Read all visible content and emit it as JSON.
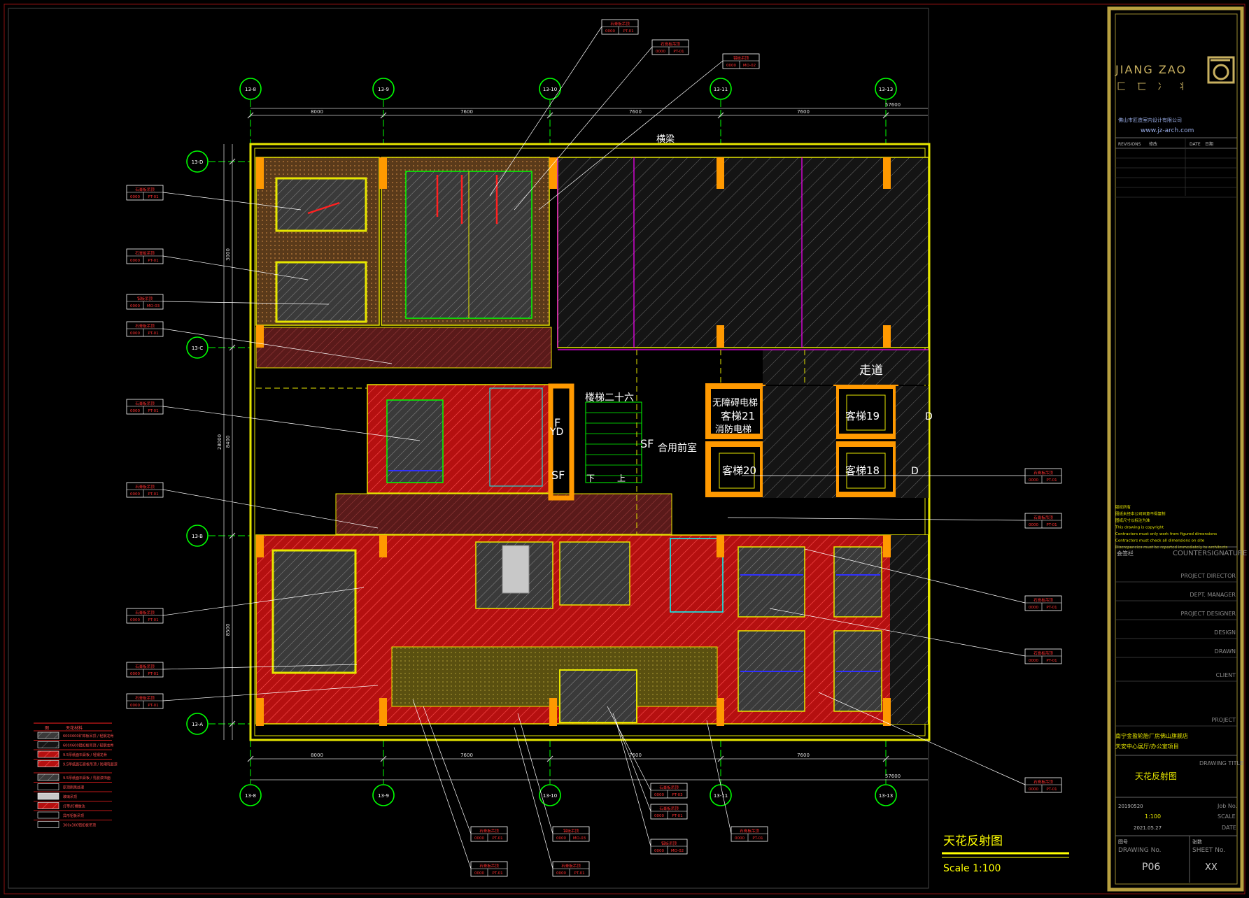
{
  "drawing": {
    "title_cn": "天花反射图",
    "scale": "Scale 1:100",
    "corridor_label": "走道",
    "top_label": "横梁",
    "stair_label": "楼梯二十六",
    "stair_dn": "下",
    "stair_up": "上",
    "lobby_label": "合用前室",
    "fire_lift_1": "无障碍电梯",
    "fire_lift_2": "客梯21",
    "fire_lift_3": "消防电梯",
    "lift_19": "客梯19",
    "lift_20": "客梯20",
    "lift_18": "客梯18",
    "sf_1": "SF",
    "sf_2": "SF",
    "f_label": "F",
    "yd_label": "YD",
    "d_label_1": "D",
    "d_label_2": "D"
  },
  "grid": {
    "top_bubbles": [
      "13-8",
      "13-9",
      "13-10",
      "13-11",
      "13-13"
    ],
    "bottom_bubbles": [
      "13-8",
      "13-9",
      "13-10",
      "13-11",
      "13-13"
    ],
    "left_bubbles": [
      "13-D",
      "13-C",
      "13-B",
      "13-A"
    ],
    "top_dims": [
      "8000",
      "7600",
      "7600",
      "7600"
    ],
    "top_total": "57600",
    "bottom_dims": [
      "8000",
      "7600",
      "7600",
      "7600"
    ],
    "bottom_total": "57600",
    "left_dims": [
      "3000",
      "8400",
      "8500"
    ],
    "left_total": "28000"
  },
  "tags": [
    {
      "title": "石膏板吊顶",
      "code": "0000",
      "ref": "PT-01"
    },
    {
      "title": "石膏板吊顶",
      "code": "0000",
      "ref": "PT-01"
    },
    {
      "title": "铝板吊顶",
      "code": "0000",
      "ref": "MO-02"
    },
    {
      "title": "石膏板吊顶",
      "code": "0000",
      "ref": "PT-01"
    },
    {
      "title": "石膏板吊顶",
      "code": "0000",
      "ref": "PT-01"
    },
    {
      "title": "铝板吊顶",
      "code": "0000",
      "ref": "MO-03"
    },
    {
      "title": "石膏板吊顶",
      "code": "0000",
      "ref": "PT-01"
    },
    {
      "title": "石膏板吊顶",
      "code": "0000",
      "ref": "PT-01"
    },
    {
      "title": "石膏板吊顶",
      "code": "0000",
      "ref": "PT-01"
    },
    {
      "title": "石膏板吊顶",
      "code": "0000",
      "ref": "PT-01"
    },
    {
      "title": "石膏板吊顶",
      "code": "0000",
      "ref": "PT-01"
    },
    {
      "title": "石膏板吊顶",
      "code": "0000",
      "ref": "PT-01"
    },
    {
      "title": "石膏板吊顶",
      "code": "0000",
      "ref": "PT-01"
    },
    {
      "title": "石膏板吊顶",
      "code": "0000",
      "ref": "PT-01"
    },
    {
      "title": "石膏板吊顶",
      "code": "0000",
      "ref": "PT-01"
    },
    {
      "title": "石膏板吊顶",
      "code": "0000",
      "ref": "PT-01"
    },
    {
      "title": "石膏板吊顶",
      "code": "0000",
      "ref": "PT-01"
    },
    {
      "title": "石膏板吊顶",
      "code": "0000",
      "ref": "PT-01"
    },
    {
      "title": "铝板吊顶",
      "code": "0000",
      "ref": "MO-03"
    },
    {
      "title": "石膏板吊顶",
      "code": "0000",
      "ref": "PT-03"
    },
    {
      "title": "石膏板吊顶",
      "code": "0000",
      "ref": "PT-01"
    },
    {
      "title": "石膏板吊顶",
      "code": "0000",
      "ref": "PT-01"
    },
    {
      "title": "铝板吊顶",
      "code": "0000",
      "ref": "MO-02"
    },
    {
      "title": "石膏板吊顶",
      "code": "0000",
      "ref": "PT-01"
    },
    {
      "title": "石膏板吊顶",
      "code": "0000",
      "ref": "PT-01"
    }
  ],
  "legend": {
    "header_a": "图",
    "header_b": "天花材料",
    "rows": [
      "600X600矿棉板吊顶 / 轻钢龙骨",
      "600X600铝扣板吊顶 / 轻钢龙骨",
      "9.5厚纸面石膏板 / 轻钢龙骨",
      "9.5厚纸面石膏板吊顶 / 防潮乳胶漆",
      "9.5厚纸面石膏板 / 乳胶漆饰面",
      "原顶刷黑处理",
      "玻璃吊顶",
      "灯带/灯槽做法",
      "异形铝板吊顶",
      "300x300铝扣板吊顶"
    ]
  },
  "title_block": {
    "logo": "JIANG ZAO",
    "logo_sub": "匚 匸 冫 丬",
    "company": "佛山市匠造室内设计有限公司",
    "website": "www.jz-arch.com",
    "rev_headers": [
      "REVISIONS",
      "修改",
      "DATE",
      "日期"
    ],
    "notes": [
      "版权所有",
      "图纸未经本公司同意不得复制",
      "图纸尺寸以标注为准",
      "This drawing is copyright",
      "Contractors must only work from figured dimensions",
      "Contractors must check all dimensions on site",
      "Discrepancies must be reported immediately to architects"
    ],
    "countersign_cn": "会签栏",
    "countersign": "COUNTERSIGNATURE",
    "roles": [
      "PROJECT DIRECTOR",
      "DEPT. MANAGER",
      "PROJECT DESIGNER",
      "DESIGN",
      "DRAWN",
      "CLIENT",
      "PROJECT"
    ],
    "project_lines": [
      "南宁金盈轮胎厂房佛山旗舰店",
      "天安中心展厅/办公室项目"
    ],
    "drawing_title_label": "DRAWING TITLE",
    "drawing_title": "天花反射图",
    "job_label": "Job No.",
    "job_value": "20190520",
    "scale_label": "SCALE",
    "scale_value": "1:100",
    "date_label": "DATE",
    "date_value": "2021.05.27",
    "drawing_no_cn": "图号",
    "drawing_no_label": "DRAWING No.",
    "drawing_no": "P06",
    "sheet_cn": "张数",
    "sheet_label": "SHEET No.",
    "sheet_no": "XX"
  },
  "colors": {
    "background": "#000000",
    "wall_yellow": "#e6e600",
    "column_orange": "#ff9900",
    "ceiling_red": "#c81414",
    "grid_green": "#00ff00",
    "dim_white": "#e0e0e0",
    "tag_red": "#ff0000",
    "accent_cyan": "#00ffff",
    "frame_gold": "#b8a040",
    "magenta": "#ff00ff"
  }
}
